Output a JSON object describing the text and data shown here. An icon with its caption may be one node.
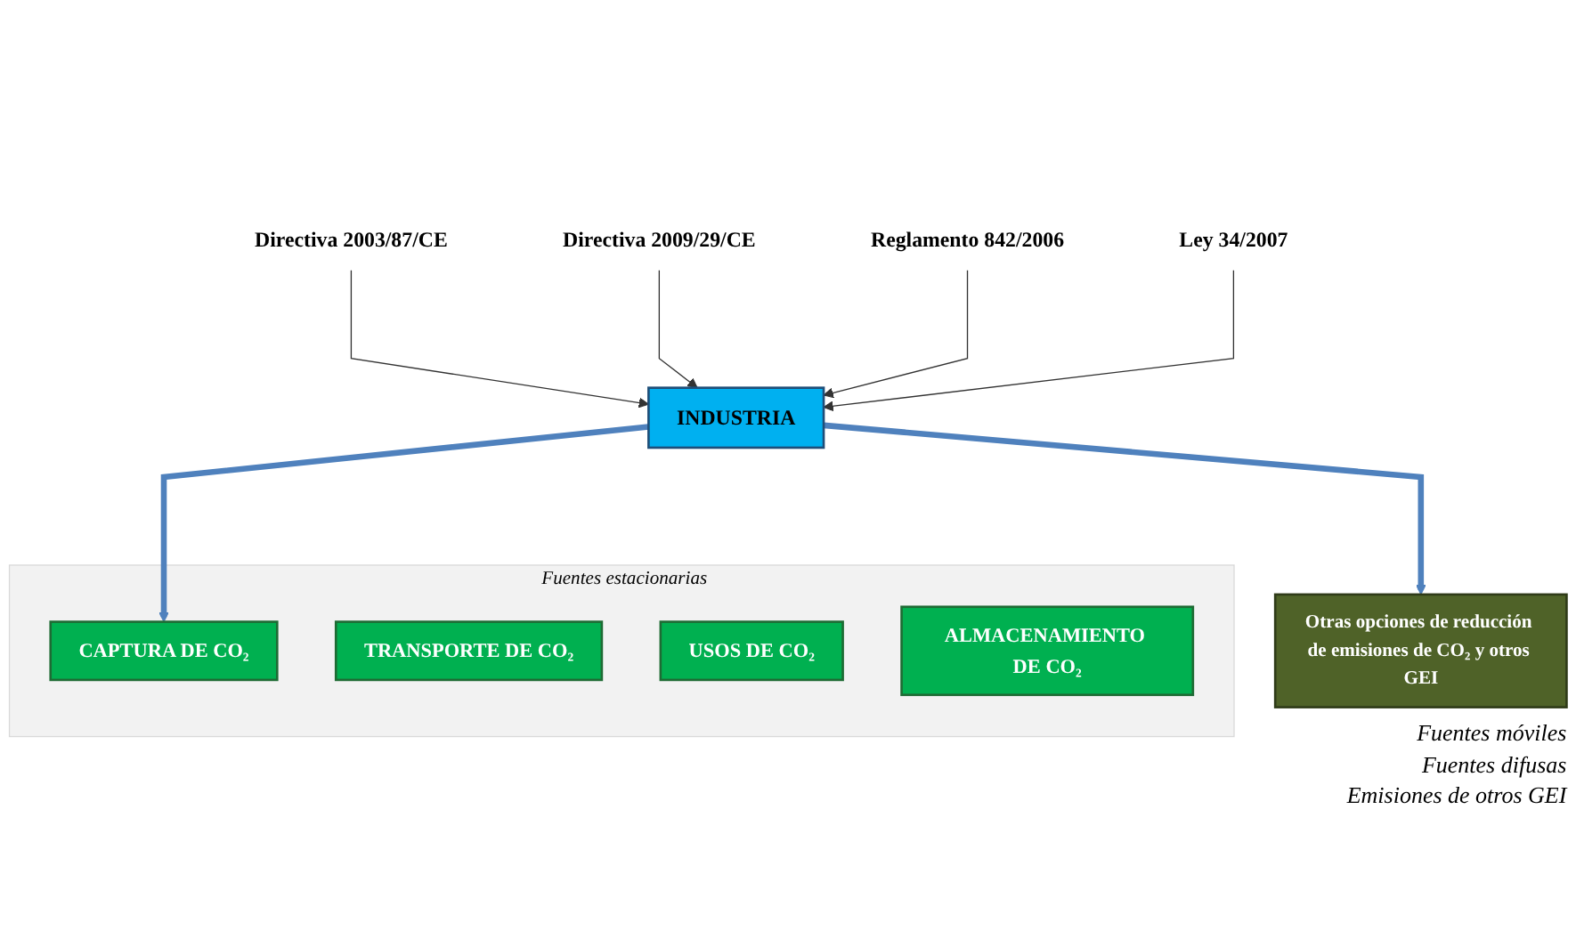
{
  "diagram": {
    "nodes": [
      {
        "text": [
          "Directiva 2003/87/CE"
        ]
      },
      {
        "text": [
          "Directiva 2009/29/CE"
        ]
      },
      {
        "text": [
          "Reglamento 842/2006"
        ]
      },
      {
        "text": [
          "Ley 34/2007"
        ]
      },
      {
        "text": [
          "INDUSTRIA"
        ]
      },
      {
        "text": [
          "Fuentes estacionarias"
        ]
      },
      {
        "text": [
          "CAPTURA DE CO₂"
        ],
        "in": 5
      },
      {
        "text": [
          "TRANSPORTE DE CO₂"
        ],
        "in": 5
      },
      {
        "text": [
          "USOS DE CO₂"
        ],
        "in": 5
      },
      {
        "text": [
          "ALMACENAMIENTO DE CO₂"
        ],
        "in": 5
      },
      {
        "text": [
          "Otras opciones de reducción de emisiones de CO₂ y otros GEI"
        ],
        "beside": [
          "Fuentes móviles",
          "Fuentes difusas",
          "Emisiones de otros GEI"
        ]
      }
    ],
    "edges": [
      {
        "from": 0,
        "to": 4,
        "arrow": "to"
      },
      {
        "from": 1,
        "to": 4,
        "arrow": "to"
      },
      {
        "from": 2,
        "to": 4,
        "arrow": "to"
      },
      {
        "from": 3,
        "to": 4,
        "arrow": "to"
      },
      {
        "from": 4,
        "to": 6,
        "arrow": "to",
        "style": "thick",
        "color": "#4f81bd"
      },
      {
        "from": 4,
        "to": 10,
        "arrow": "to",
        "style": "thick",
        "color": "#4f81bd"
      }
    ]
  }
}
